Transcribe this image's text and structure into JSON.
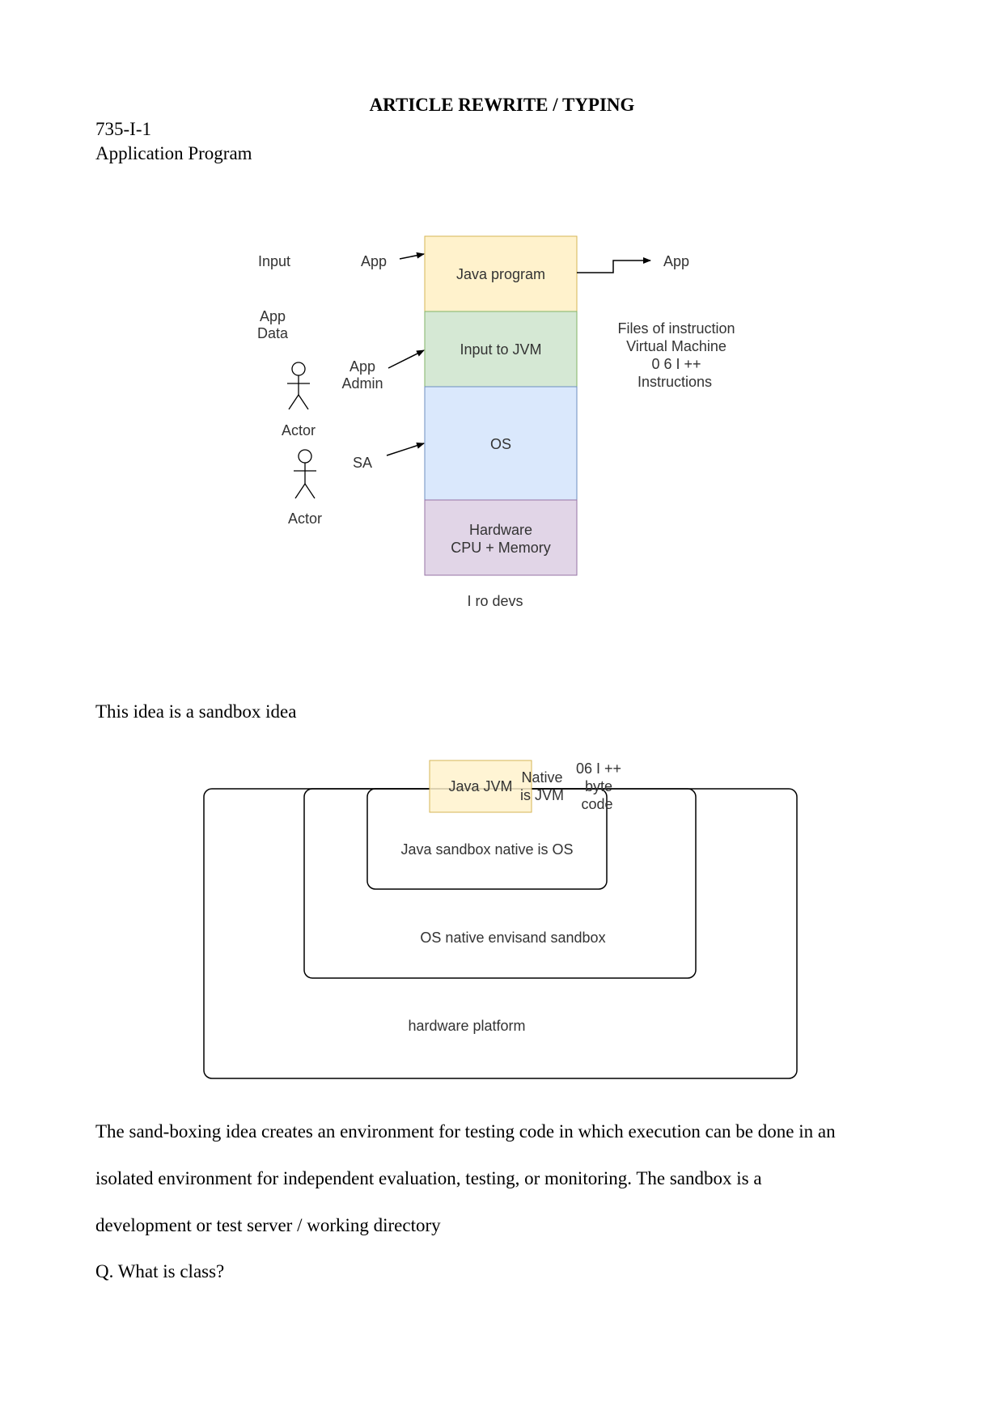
{
  "doc": {
    "title": "ARTICLE REWRITE / TYPING",
    "code": "735-I-1",
    "subtitle": "Application Program",
    "sandbox_heading": "This idea is a sandbox idea",
    "paragraph_lines": [
      "The sand-boxing idea creates an environment for testing code in which execution can be done in an",
      "isolated environment for independent evaluation, testing, or monitoring. The sandbox is a",
      "development or test server / working directory"
    ],
    "question": "Q. What is class?"
  },
  "diagram1": {
    "layers": {
      "java_program": "Java program",
      "input_to_jvm": "Input to JVM",
      "os": "OS",
      "hardware_line1": "Hardware",
      "hardware_line2": "CPU + Memory"
    },
    "layer_colors": {
      "java_program": "#fff2cc",
      "input_to_jvm": "#d5e8d4",
      "os": "#dae8fc",
      "hardware": "#e1d5e7"
    },
    "labels": {
      "input": "Input",
      "app_top": "App",
      "app_data_1": "App",
      "app_data_2": "Data",
      "app_admin_1": "App",
      "app_admin_2": "Admin",
      "actor_1": "Actor",
      "sa": "SA",
      "actor_2": "Actor",
      "app_out": "App",
      "files_1": "Files of instruction",
      "files_2": "Virtual Machine",
      "files_3": "0 6 I ++",
      "files_4": "Instructions",
      "bottom": "I ro devs"
    },
    "icons": [
      "actor-icon",
      "actor-icon"
    ]
  },
  "diagram2": {
    "java_jvm": "Java JVM",
    "native_1": "Native",
    "native_2": "is JVM",
    "byte_1": "06 I ++",
    "byte_2": "byte",
    "byte_3": "code",
    "inner": "Java sandbox native is OS",
    "middle": "OS native envisand sandbox",
    "outer": "hardware platform"
  }
}
